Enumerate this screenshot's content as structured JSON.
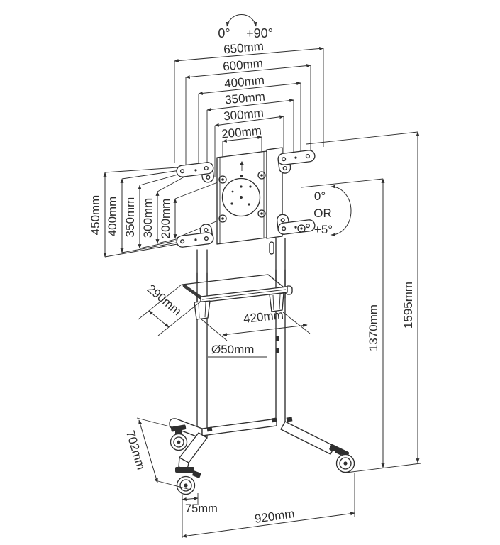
{
  "figure": {
    "swivel": {
      "left": "0°",
      "right": "+90°"
    },
    "top_widths": [
      "650mm",
      "600mm",
      "400mm",
      "350mm",
      "300mm",
      "200mm"
    ],
    "left_heights": [
      "450mm",
      "400mm",
      "350mm",
      "300mm",
      "200mm"
    ],
    "tilt": {
      "top": "0°",
      "middle": "OR",
      "bottom": "+5°"
    },
    "shelf": {
      "depth": "290mm",
      "width": "420mm"
    },
    "pole": {
      "diameter": "Ø50mm"
    },
    "heights": {
      "to_bracket": "1370mm",
      "total": "1595mm"
    },
    "base": {
      "depth": "702mm",
      "caster_offset": "75mm",
      "width": "920mm"
    },
    "ink_color": "#2f2f2f",
    "background_color": "#ffffff"
  }
}
